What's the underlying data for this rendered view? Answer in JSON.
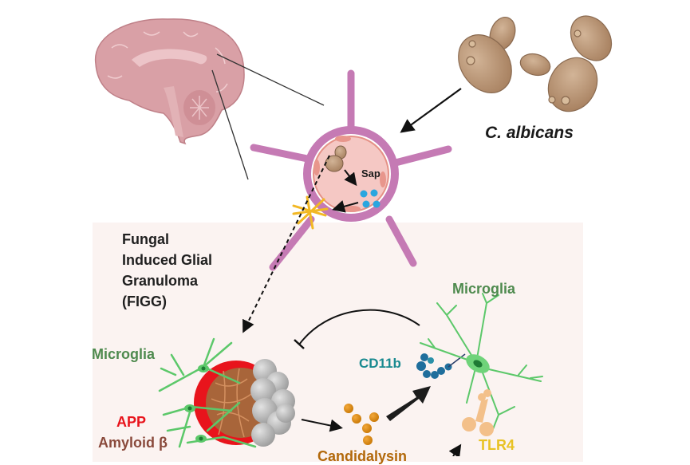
{
  "figure": {
    "organism_label": "C. albicans",
    "secreted_factor_label": "Sap",
    "figg_title_lines": [
      "Fungal",
      "Induced Glial",
      "Granuloma",
      "(FIGG)"
    ],
    "microglia_left_label": "Microglia",
    "microglia_right_label": "Microglia",
    "app_label": "APP",
    "amyloid_label": "Amyloid β",
    "cd11b_label": "CD11b",
    "tlr4_label": "TLR4",
    "candidalysin_label": "Candidalysin"
  },
  "colors": {
    "panel_bg": "#fbf3f1",
    "microglia_green": "#4e8a4e",
    "app_red": "#e8141c",
    "amyloid_brown": "#8a4a3c",
    "cd11b_teal": "#1a8a90",
    "tlr4_yellow": "#e8c224",
    "candidalysin_orange": "#b2680a",
    "vessel_purple": "#c57ab4",
    "brain_pink": "#d9a0a6",
    "yeast_tan": "#b99475"
  }
}
